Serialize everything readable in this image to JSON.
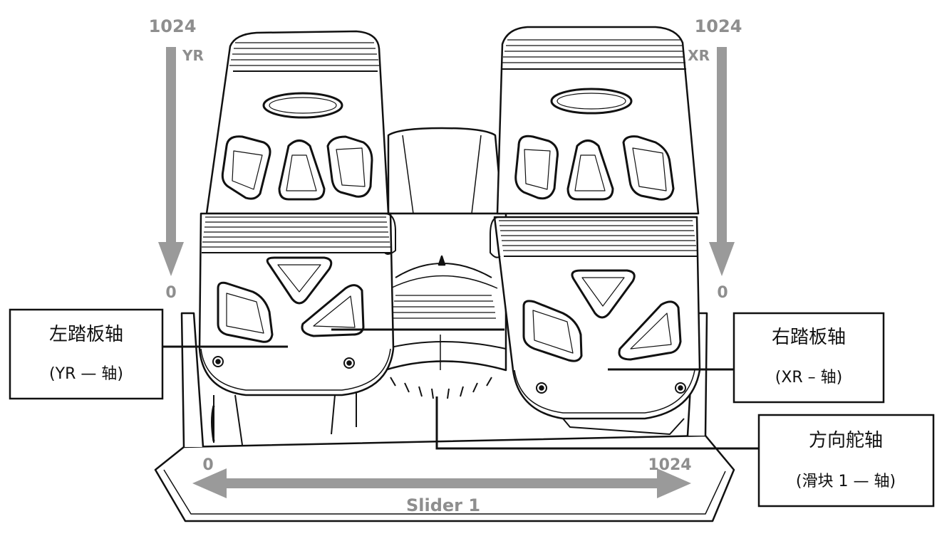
{
  "left_axis": {
    "top_value": "1024",
    "axis_name": "YR",
    "bottom_value": "0"
  },
  "right_axis": {
    "top_value": "1024",
    "axis_name": "XR",
    "bottom_value": "0"
  },
  "slider": {
    "left_value": "0",
    "right_value": "1024",
    "label": "Slider 1"
  },
  "callouts": {
    "left_pedal": {
      "title": "左踏板轴",
      "subtitle": "(YR — 轴)"
    },
    "right_pedal": {
      "title": "右踏板轴",
      "subtitle": "(XR – 轴)"
    },
    "rudder": {
      "title": "方向舵轴",
      "subtitle": "(滑块 1 — 轴)"
    }
  },
  "colors": {
    "arrow": "#9a9a9a",
    "ink": "#111111",
    "background": "#ffffff"
  }
}
